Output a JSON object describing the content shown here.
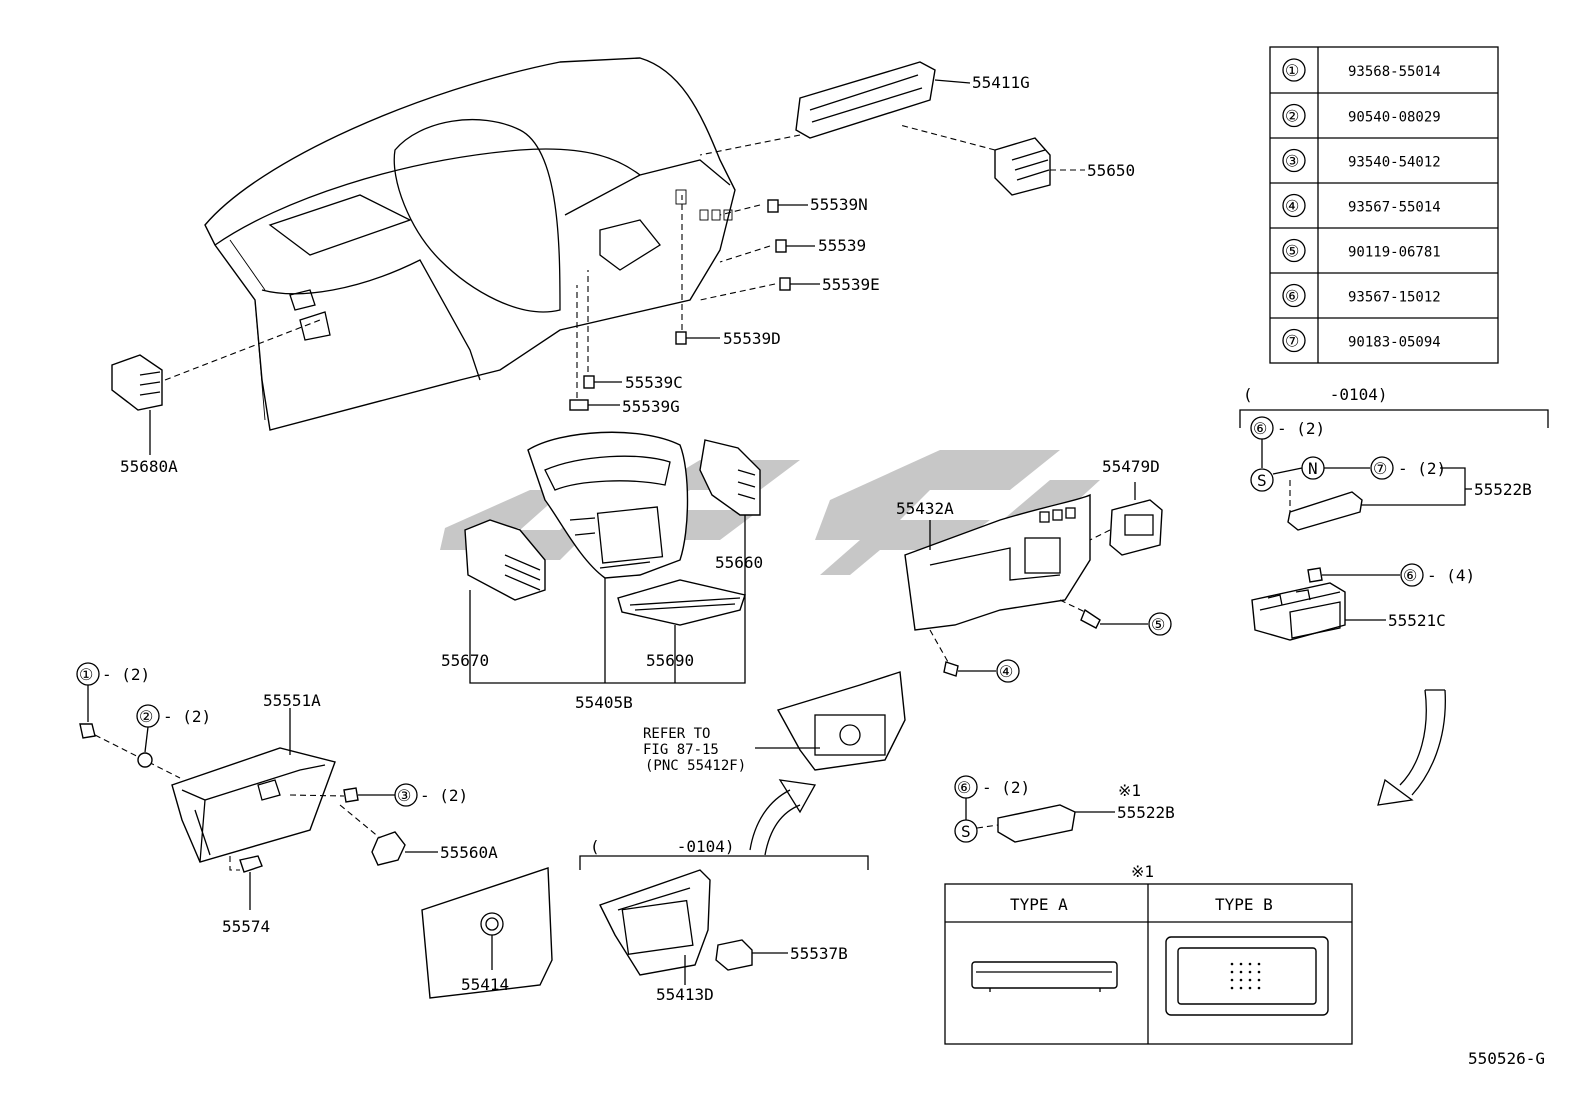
{
  "diagram_id": "550526-G",
  "legend": [
    {
      "num": "①",
      "part": "93568-55014"
    },
    {
      "num": "②",
      "part": "90540-08029"
    },
    {
      "num": "③",
      "part": "93540-54012"
    },
    {
      "num": "④",
      "part": "93567-55014"
    },
    {
      "num": "⑤",
      "part": "90119-06781"
    },
    {
      "num": "⑥",
      "part": "93567-15012"
    },
    {
      "num": "⑦",
      "part": "90183-05094"
    }
  ],
  "labels": {
    "p55411G": "55411G",
    "p55650": "55650",
    "p55539N": "55539N",
    "p55539": "55539",
    "p55539E": "55539E",
    "p55539D": "55539D",
    "p55539C": "55539C",
    "p55539G": "55539G",
    "p55680A": "55680A",
    "p55479D": "55479D",
    "p55432A": "55432A",
    "p55660": "55660",
    "p55670": "55670",
    "p55690": "55690",
    "p55405B": "55405B",
    "p55551A": "55551A",
    "p55560A": "55560A",
    "p55574": "55574",
    "p55414": "55414",
    "p55537B": "55537B",
    "p55413D": "55413D",
    "p55522B_top": "55522B",
    "p55521C": "55521C",
    "p55522B_bot": "55522B"
  },
  "callouts": {
    "c1": "①",
    "c1_qty": "- (2)",
    "c2": "②",
    "c2_qty": "- (2)",
    "c3": "③",
    "c3_qty": "- (2)",
    "c4": "④",
    "c5": "⑤",
    "c6_top": "⑥",
    "c6_top_qty": "- (2)",
    "c7": "⑦",
    "c7_qty": "- (2)",
    "c6_mid": "⑥",
    "c6_mid_qty": "- (4)",
    "c6_bot": "⑥",
    "c6_bot_qty": "- (2)",
    "s_top": "S",
    "n_top": "N",
    "s_bot": "S"
  },
  "refer_note": [
    "REFER TO",
    "FIG 87-15",
    "(PNC 55412F)"
  ],
  "bracket_labels": {
    "upto_0104_right": "(        -0104)",
    "upto_0104_bottom": "(        -0104)"
  },
  "type_note": {
    "mark": "※1",
    "mark_at_part": "※1",
    "type_a": "TYPE A",
    "type_b": "TYPE B"
  }
}
